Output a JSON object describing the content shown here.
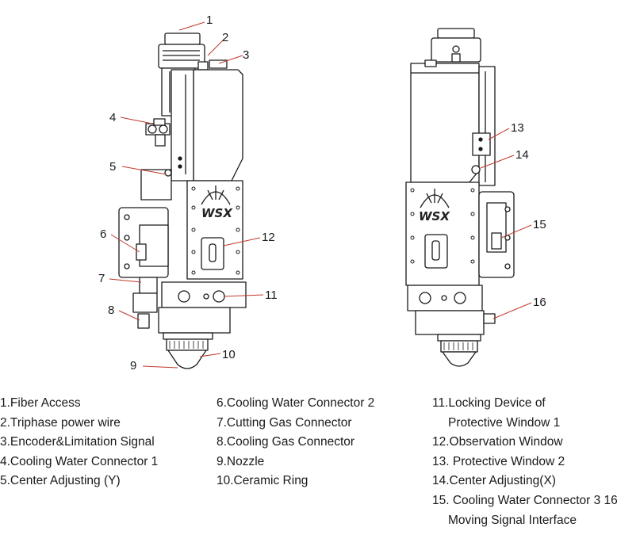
{
  "logo": {
    "text": "WSX"
  },
  "callouts": [
    "1",
    "2",
    "3",
    "4",
    "5",
    "6",
    "7",
    "8",
    "9",
    "10",
    "11",
    "12",
    "13",
    "14",
    "15",
    "16"
  ],
  "legend": {
    "col1": [
      "1.Fiber Access",
      "2.Triphase power wire",
      "3.Encoder&Limitation Signal",
      "4.Cooling Water Connector 1",
      "5.Center Adjusting (Y)"
    ],
    "col2": [
      "6.Cooling Water Connector 2",
      "7.Cutting Gas Connector",
      "8.Cooling Gas Connector",
      "9.Nozzle",
      "10.Ceramic Ring"
    ],
    "col3": [
      "11.Locking Device of",
      "Protective Window 1",
      "12.Observation Window",
      "13. Protective Window 2",
      "14.Center Adjusting(X)",
      "15. Cooling Water Connector 3 16",
      "Moving Signal Interface"
    ]
  }
}
